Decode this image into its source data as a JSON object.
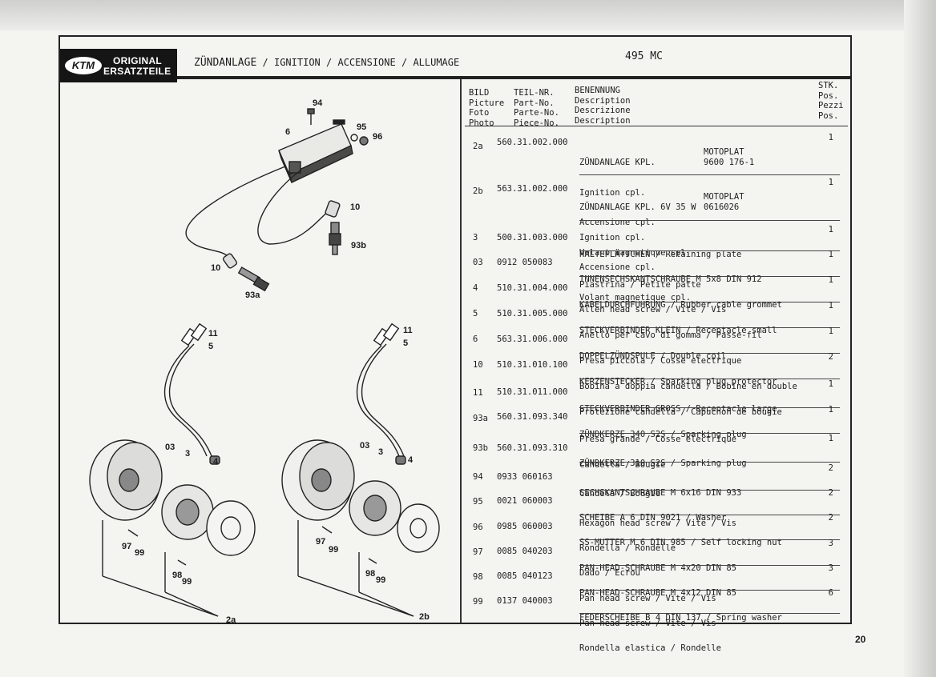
{
  "brand": {
    "logo_text": "KTM",
    "line1": "ORIGINAL",
    "line2": "ERSATZTEILE"
  },
  "title": {
    "de": "ZÜNDANLAGE",
    "sep1": "/",
    "en": "IGNITION",
    "sep2": "/",
    "it": "ACCENSIONE",
    "sep3": "/",
    "fr": "ALLUMAGE"
  },
  "model": "495 MC",
  "columns": {
    "picture": [
      "BILD",
      "Picture",
      "Foto",
      "Photo"
    ],
    "part": [
      "TEIL-NR.",
      "Part-No.",
      "Parte-No.",
      "Piece-No."
    ],
    "desc": [
      "BENENNUNG",
      "Description",
      "Descrizione",
      "Description"
    ],
    "qty": [
      "STK.",
      "Pos.",
      "Pezzi",
      "Pos."
    ]
  },
  "rows": [
    {
      "pic": "2a",
      "part": "560.31.002.000",
      "lines": [
        "ZÜNDANLAGE KPL.",
        "Ignition cpl.",
        "Accensione cpl.",
        "Volant magnetique cpl."
      ],
      "qty": "1",
      "note": [
        "MOTOPLAT",
        "9600 176-1"
      ]
    },
    {
      "pic": "2b",
      "part": "563.31.002.000",
      "lines": [
        "ZÜNDANLAGE KPL. 6V 35 W",
        "Ignition cpl.",
        "Accensione cpl.",
        "Volant magnetique cpl."
      ],
      "qty": "1",
      "note": [
        "MOTOPLAT",
        "0616026"
      ]
    },
    {
      "pic": "3",
      "part": "500.31.003.000",
      "lines": [
        "HALTEPLÄTTCHEN / Retaining plate",
        "Piastrina / Petite patte"
      ],
      "qty": "1"
    },
    {
      "pic": "03",
      "part": "0912 050083",
      "lines": [
        "INNENSECHSKANTSCHRAUBE M 5x8 DIN 912",
        "Allen head screw / Vite / Vis"
      ],
      "qty": "1"
    },
    {
      "pic": "4",
      "part": "510.31.004.000",
      "lines": [
        "KABELDURCHFÜHRUNG / Rubber cable grommet",
        "Anello per cavo di gomma / Passe-fil"
      ],
      "qty": "1"
    },
    {
      "pic": "5",
      "part": "510.31.005.000",
      "lines": [
        "STECKVERBINDER KLEIN / Receptacle small",
        "Presa piccola / Cosse electrique"
      ],
      "qty": "1"
    },
    {
      "pic": "6",
      "part": "563.31.006.000",
      "lines": [
        "DOPPELZÜNDSPULE / Double coil",
        "Bobina a doppia candella / Bobine en double"
      ],
      "qty": "1"
    },
    {
      "pic": "10",
      "part": "510.31.010.100",
      "lines": [
        "KERZENSTECKER / Sparking plug protector",
        "Protezione candella / Capuchon de bougie"
      ],
      "qty": "2"
    },
    {
      "pic": "11",
      "part": "510.31.011.000",
      "lines": [
        "STECKVERBINDER GROSS / Receptacle large",
        "Presa grande / Cosse electrique"
      ],
      "qty": "1"
    },
    {
      "pic": "93a",
      "part": "560.31.093.340",
      "lines": [
        "ZÜNDKERZE 340 S2S / Sparking plug",
        "Candella / Bougie"
      ],
      "qty": "1"
    },
    {
      "pic": "93b",
      "part": "560.31.093.310",
      "lines": [
        "ZÜNDKERZE 310 S2S / Sparking plug",
        "Candela / Bougie"
      ],
      "qty": "1"
    },
    {
      "pic": "94",
      "part": "0933 060163",
      "lines": [
        "SECHSKANTSCHRAUBE M 6x16 DIN 933",
        "Hexagon head screw / Vite / Vis"
      ],
      "qty": "2"
    },
    {
      "pic": "95",
      "part": "0021 060003",
      "lines": [
        "SCHEIBE A 6 DIN 9021 / Washer",
        "Rondella / Rondelle"
      ],
      "qty": "2"
    },
    {
      "pic": "96",
      "part": "0985 060003",
      "lines": [
        "SS-MUTTER M 6 DIN 985 / Self locking nut",
        "Dado / Ecrou"
      ],
      "qty": "2"
    },
    {
      "pic": "97",
      "part": "0085 040203",
      "lines": [
        "PAN-HEAD-SCHRAUBE M 4x20 DIN 85",
        "Pan head screw / Vite / Vis"
      ],
      "qty": "3"
    },
    {
      "pic": "98",
      "part": "0085 040123",
      "lines": [
        "PAN-HEAD-SCHRAUBE M 4x12 DIN 85",
        "Pan head screw / Vite / Vis"
      ],
      "qty": "3"
    },
    {
      "pic": "99",
      "part": "0137 040003",
      "lines": [
        "FEDERSCHEIBE B 4 DIN 137 / Spring washer",
        "Rondella elastica / Rondelle"
      ],
      "qty": "6"
    }
  ],
  "diagram_labels": {
    "l94": "94",
    "l6": "6",
    "l95": "95",
    "l96": "96",
    "l10a": "10",
    "l93b": "93b",
    "l10b": "10",
    "l93a": "93a",
    "l11a": "11",
    "l5a": "5",
    "l03a": "03",
    "l3a": "3",
    "l4a": "4",
    "l97a": "97",
    "l99a": "99",
    "l98a": "98",
    "l99b": "99",
    "l2a": "2a",
    "l11b": "11",
    "l5b": "5",
    "l03b": "03",
    "l3b": "3",
    "l4b": "4",
    "l97b": "97",
    "l99c": "99",
    "l98b": "98",
    "l99d": "99",
    "l2b": "2b"
  },
  "page_number": "20"
}
